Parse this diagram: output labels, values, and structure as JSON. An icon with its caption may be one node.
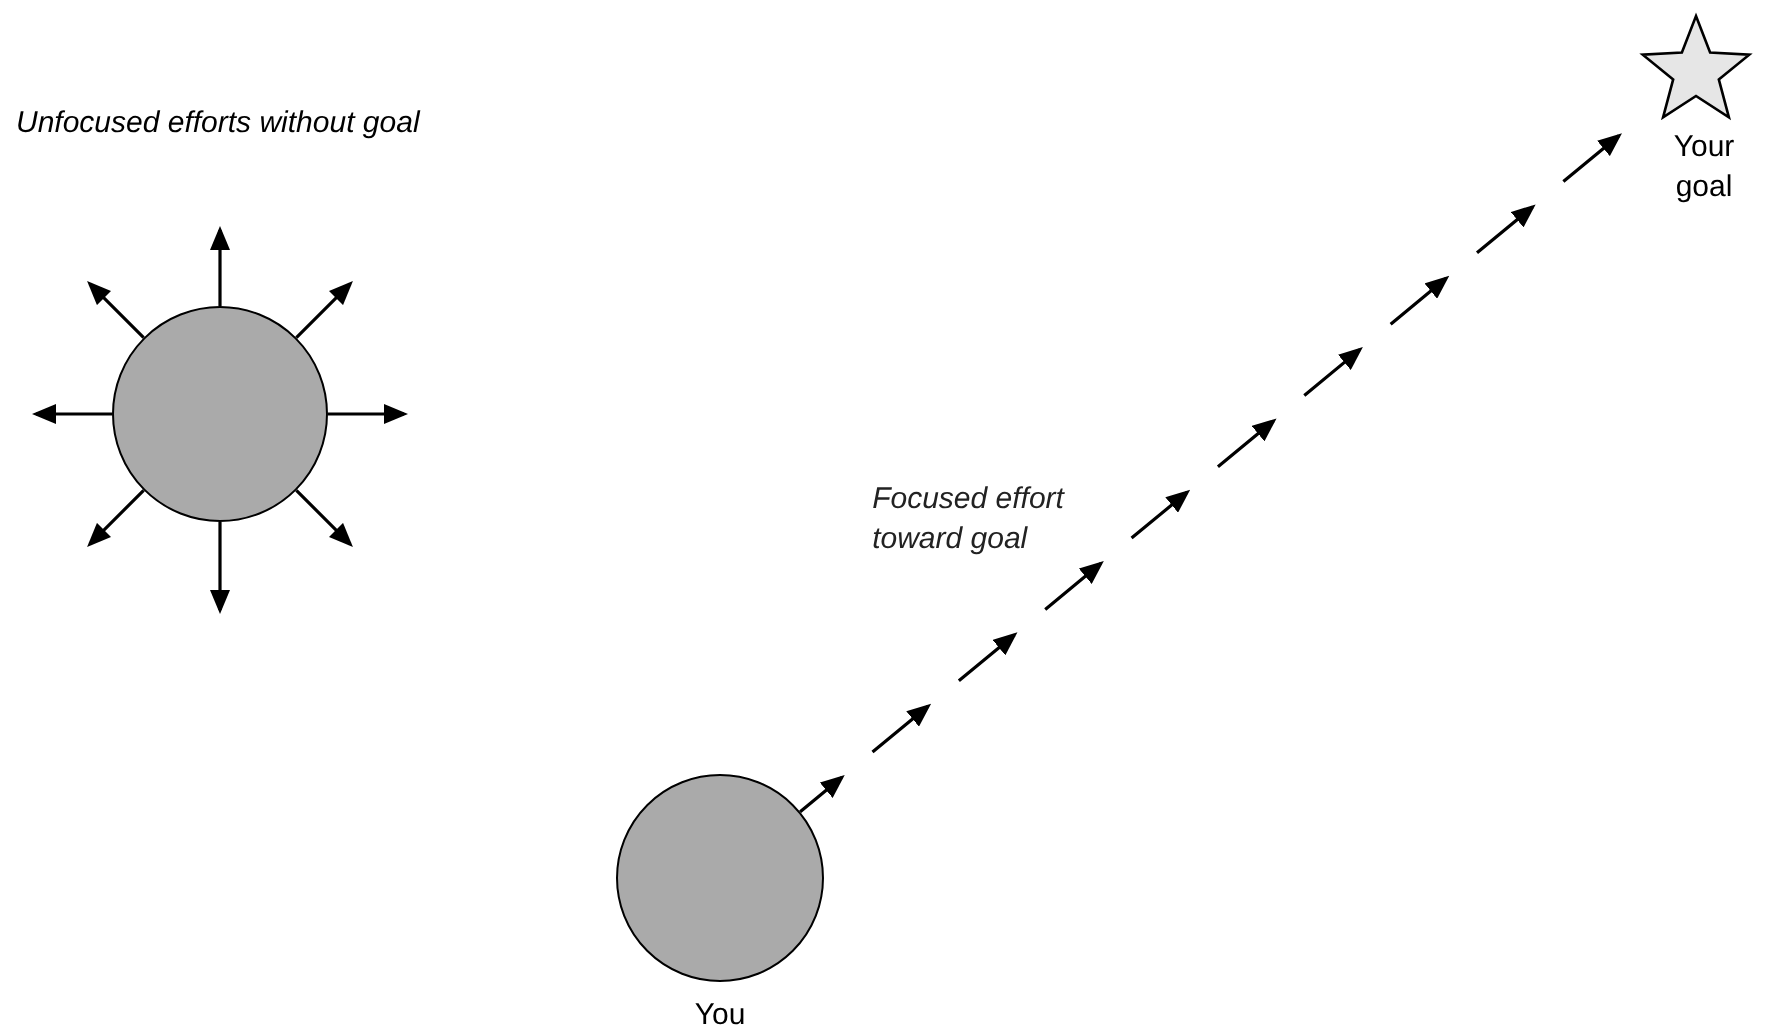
{
  "diagram": {
    "nodes": [
      {
        "text": [],
        "shape": "circle"
      },
      {
        "text": [
          "You"
        ]
      },
      {
        "text": [
          "Your goal"
        ]
      }
    ],
    "edges": [
      {
        "from": 0,
        "to": null,
        "arrow": "to"
      },
      {
        "from": 0,
        "to": null,
        "arrow": "to"
      },
      {
        "from": 0,
        "to": null,
        "arrow": "to"
      },
      {
        "from": 0,
        "to": null,
        "arrow": "to"
      },
      {
        "from": 0,
        "to": null,
        "arrow": "to"
      },
      {
        "from": 0,
        "to": null,
        "arrow": "to"
      },
      {
        "from": 0,
        "to": null,
        "arrow": "to"
      },
      {
        "from": 0,
        "to": null,
        "arrow": "to"
      },
      {
        "from": 1,
        "to": 2,
        "arrow": "to",
        "style": "dashed",
        "label": "Focused effort toward goal"
      }
    ],
    "labels": [
      "Unfocused efforts without goal"
    ]
  }
}
